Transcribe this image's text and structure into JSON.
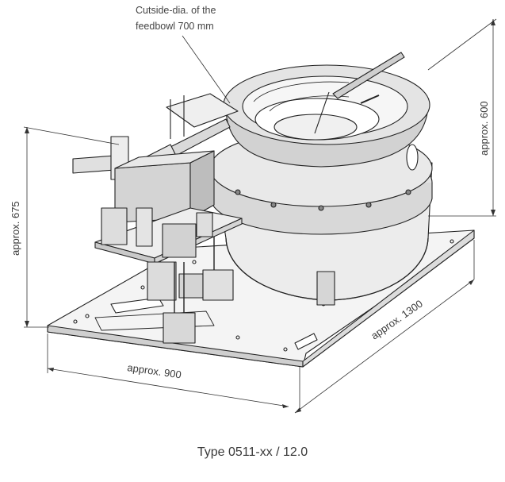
{
  "annotations": {
    "bowl_dia_line1": "Cutside-dia. of the",
    "bowl_dia_line2": "feedbowl 700 mm",
    "height_left": "approx. 675",
    "height_right": "approx. 600",
    "depth": "approx. 1300",
    "width": "approx. 900"
  },
  "caption": "Type 0511-xx / 12.0"
}
